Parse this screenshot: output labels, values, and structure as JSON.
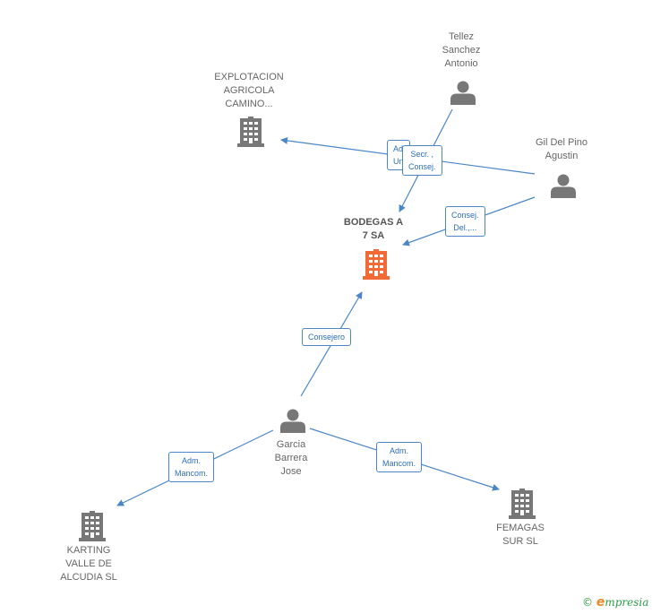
{
  "nodes": {
    "bodegas": {
      "lines": [
        "BODEGAS A",
        "7 SA"
      ],
      "type": "company",
      "color": "#f26a36"
    },
    "explotacion": {
      "lines": [
        "EXPLOTACION",
        "AGRICOLA",
        "CAMINO..."
      ],
      "type": "company",
      "color": "#777777"
    },
    "tellez": {
      "lines": [
        "Tellez",
        "Sanchez",
        "Antonio"
      ],
      "type": "person",
      "color": "#777777"
    },
    "gil": {
      "lines": [
        "Gil Del Pino",
        "Agustin"
      ],
      "type": "person",
      "color": "#777777"
    },
    "garcia": {
      "lines": [
        "Garcia",
        "Barrera",
        "Jose"
      ],
      "type": "person",
      "color": "#777777"
    },
    "karting": {
      "lines": [
        "KARTING",
        "VALLE DE",
        "ALCUDIA  SL"
      ],
      "type": "company",
      "color": "#777777"
    },
    "femagas": {
      "lines": [
        "FEMAGAS",
        "SUR SL"
      ],
      "type": "company",
      "color": "#777777"
    }
  },
  "edges": [
    {
      "id": "gil-explotacion",
      "lines": [
        "Adm.",
        "Unico"
      ]
    },
    {
      "id": "tellez-bodegas",
      "lines": [
        "Secr. ,",
        "Consej."
      ]
    },
    {
      "id": "gil-bodegas",
      "lines": [
        "Consej.",
        "Del.,..."
      ]
    },
    {
      "id": "garcia-bodegas",
      "lines": [
        "Consejero"
      ]
    },
    {
      "id": "garcia-karting",
      "lines": [
        "Adm.",
        "Mancom."
      ]
    },
    {
      "id": "garcia-femagas",
      "lines": [
        "Adm.",
        "Mancom."
      ]
    }
  ],
  "colors": {
    "edge": "#4a86c8",
    "icon": "#777777",
    "main_icon": "#f26a36"
  },
  "copyright": {
    "symbol": "©",
    "brand_initial": "e",
    "brand_rest": "mpresia"
  }
}
